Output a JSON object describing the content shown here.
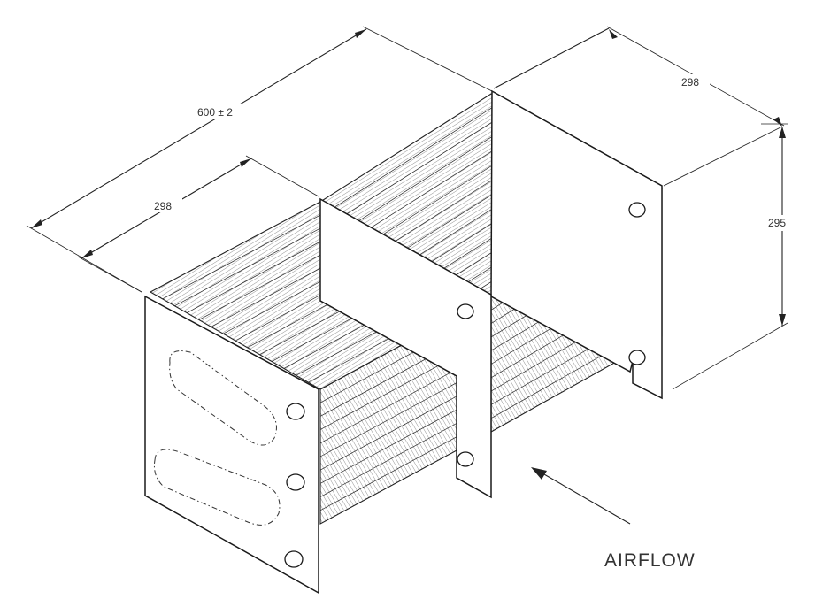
{
  "dimensions": {
    "overall_length": "600 ± 2",
    "module_length": "298",
    "depth": "298",
    "height": "295"
  },
  "labels": {
    "airflow": "AIRFLOW"
  }
}
